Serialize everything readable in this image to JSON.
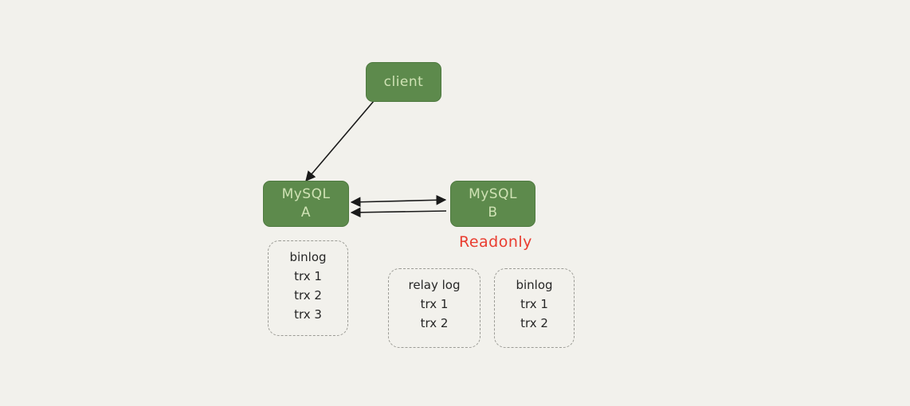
{
  "diagram": {
    "background": "#f2f1ec",
    "nodes": {
      "client": {
        "label": "client"
      },
      "mysql_a": {
        "line1": "MySQL",
        "line2": "A"
      },
      "mysql_b": {
        "line1": "MySQL",
        "line2": "B"
      }
    },
    "annotations": {
      "readonly": "Readonly"
    },
    "logs": {
      "binlog_a": {
        "title": "binlog",
        "items": [
          "trx 1",
          "trx 2",
          "trx 3"
        ]
      },
      "relay_log_b": {
        "title": "relay log",
        "items": [
          "trx 1",
          "trx 2"
        ]
      },
      "binlog_b": {
        "title": "binlog",
        "items": [
          "trx 1",
          "trx 2"
        ]
      }
    },
    "edges": [
      {
        "from": "client",
        "to": "mysql_a",
        "style": "solid-arrow"
      },
      {
        "from": "mysql_a",
        "to": "mysql_b",
        "style": "double-arrow"
      },
      {
        "from": "mysql_b",
        "to": "mysql_a",
        "style": "solid-arrow"
      }
    ],
    "colors": {
      "node_fill": "#5d8a4c",
      "node_text": "#cfe2b4",
      "readonly_text": "#e93c2f",
      "arrow": "#1a1a1a",
      "dashed_border": "#9b9b95",
      "log_text": "#262626"
    }
  }
}
